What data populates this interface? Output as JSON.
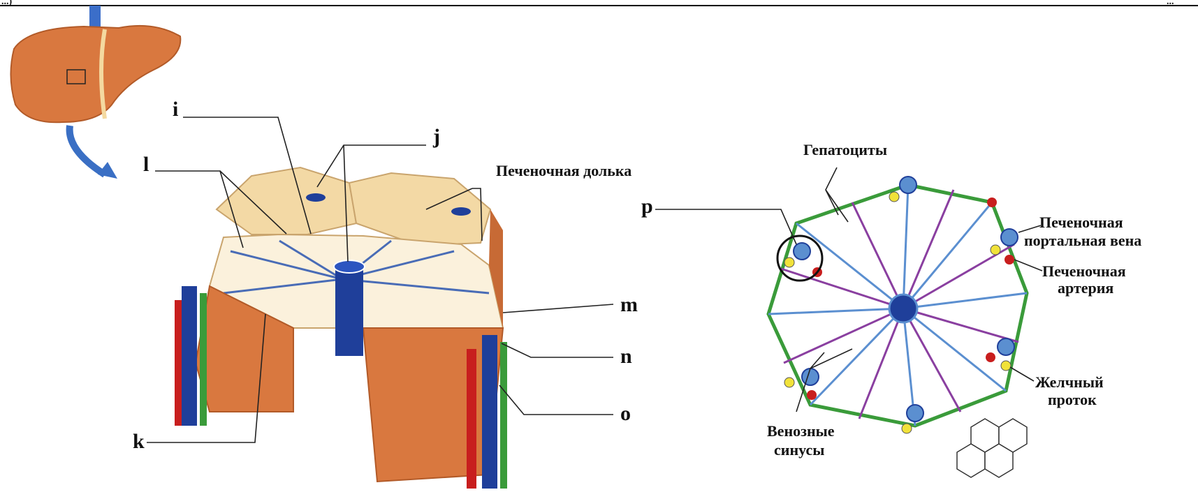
{
  "header": {
    "left_fragment": "...)",
    "right_fragment": "... "
  },
  "letters": {
    "i": "i",
    "j": "j",
    "l": "l",
    "k": "k",
    "m": "m",
    "n": "n",
    "o": "o",
    "p": "p"
  },
  "labels": {
    "lobule": "Печеночная долька",
    "hepatocytes": "Гепатоциты",
    "portal_vein_1": "Печеночная",
    "portal_vein_2": "портальная вена",
    "artery_1": "Печеночная",
    "artery_2": "артерия",
    "bile_duct_1": "Желчный",
    "bile_duct_2": "проток",
    "sinuses_1": "Венозные",
    "sinuses_2": "синусы"
  },
  "colors": {
    "liver": "#d9783f",
    "lobule_top": "#f3d9a5",
    "vein": "#1f3f9a",
    "artery": "#c81e1e",
    "bile": "#3a9b3a",
    "sinus": "#5b8fd0",
    "node_yellow": "#f1e23a"
  }
}
